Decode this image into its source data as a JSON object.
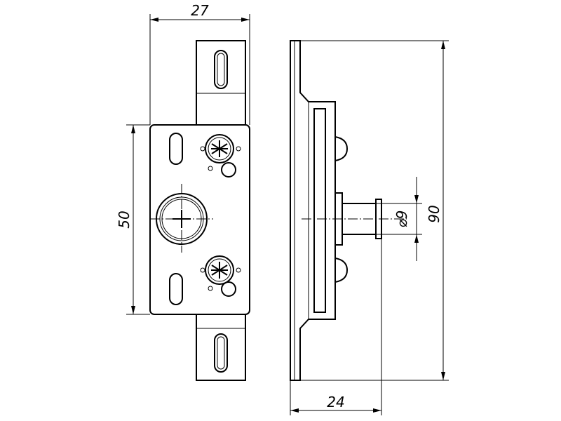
{
  "dimensions": {
    "width_top": "27",
    "height_left": "50",
    "diameter": "⌀9",
    "height_right": "90",
    "depth_bottom": "24"
  }
}
